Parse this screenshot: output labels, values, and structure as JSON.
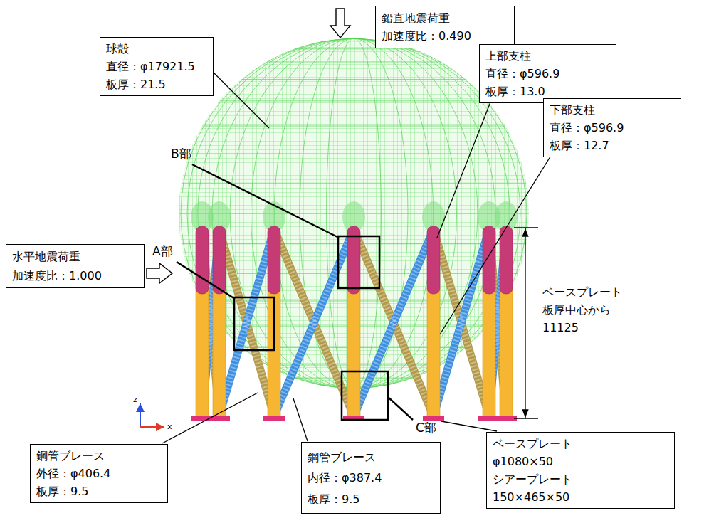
{
  "diagram": {
    "nodes": [
      {
        "text": [
          "鉛直地震荷重",
          "加速度比：0.490"
        ]
      },
      {
        "text": [
          "球殻",
          "直径：φ17921.5",
          "板厚：21.5"
        ]
      },
      {
        "text": [
          "上部支柱",
          "直径：φ596.9",
          "板厚：13.0"
        ]
      },
      {
        "text": [
          "下部支柱",
          "直径：φ596.9",
          "板厚：12.7"
        ]
      },
      {
        "text": [
          "水平地震荷重",
          "加速度比：1.000"
        ]
      },
      {
        "text": [
          "鋼管ブレース",
          "外径：φ406.4",
          "板厚：9.5"
        ]
      },
      {
        "text": [
          "鋼管ブレース",
          "内径：φ387.4",
          "板厚：9.5"
        ]
      },
      {
        "text": [
          "ベースプレート",
          "φ1080×50",
          "シアープレート",
          "150×465×50"
        ]
      }
    ],
    "labels": [
      "B部",
      "A部",
      "ベースプレート 板厚中心から 11125",
      "z",
      "x",
      "C部"
    ]
  }
}
